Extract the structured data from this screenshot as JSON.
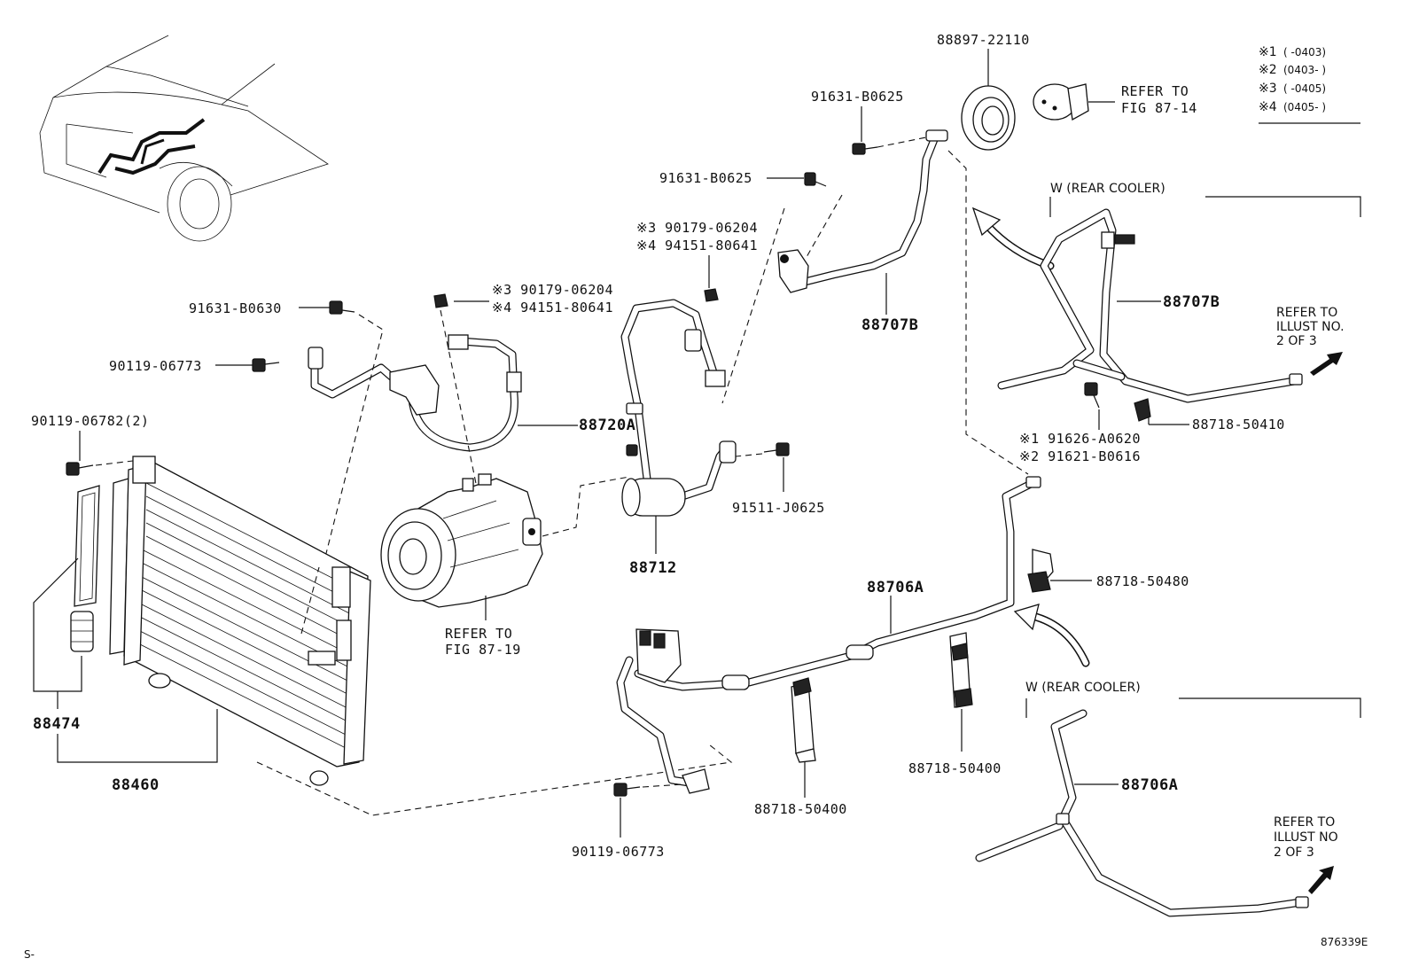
{
  "figure_id": "876339E",
  "corner_mark": "S-",
  "legend": [
    {
      "key": "※1",
      "value": "(      -0403)"
    },
    {
      "key": "※2",
      "value": "(0403-      )"
    },
    {
      "key": "※3",
      "value": "(      -0405)"
    },
    {
      "key": "※4",
      "value": "(0405-      )"
    }
  ],
  "labels": {
    "p88897": "88897-22110",
    "p91631_top": "91631-B0625",
    "p91631_mid": "91631-B0625",
    "p90179_right": "※3 90179-06204",
    "p94151_right": "※4 94151-80641",
    "p90179_left": "※3 90179-06204",
    "p94151_left": "※4 94151-80641",
    "p91631_b0630": "91631-B0630",
    "p90119_upper": "90119-06773",
    "p90119_2": "90119-06782(2)",
    "p88720A": "88720A",
    "p88707B_main": "88707B",
    "p88707B_rear": "88707B",
    "p88712": "88712",
    "p91511": "91511-J0625",
    "p88718_50410": "88718-50410",
    "p91626": "※1 91626-A0620",
    "p91621": "※2 91621-B0616",
    "p88706A_main": "88706A",
    "p88706A_rear": "88706A",
    "p88718_50480": "88718-50480",
    "p88718_50400_a": "88718-50400",
    "p88718_50400_b": "88718-50400",
    "p90119_lower": "90119-06773",
    "p88474": "88474",
    "p88460": "88460"
  },
  "refers": {
    "fig_87_14_l1": "REFER TO",
    "fig_87_14_l2": "FIG 87-14",
    "fig_87_19_l1": "REFER TO",
    "fig_87_19_l2": "FIG 87-19",
    "illust_a_l1": "REFER TO",
    "illust_a_l2": "ILLUST NO.",
    "illust_a_l3": "2 OF 3",
    "illust_b_l1": "REFER TO",
    "illust_b_l2": "ILLUST NO",
    "illust_b_l3": "2 OF 3"
  },
  "rear_cooler_top": "W (REAR COOLER)",
  "rear_cooler_bottom": "W (REAR COOLER)"
}
